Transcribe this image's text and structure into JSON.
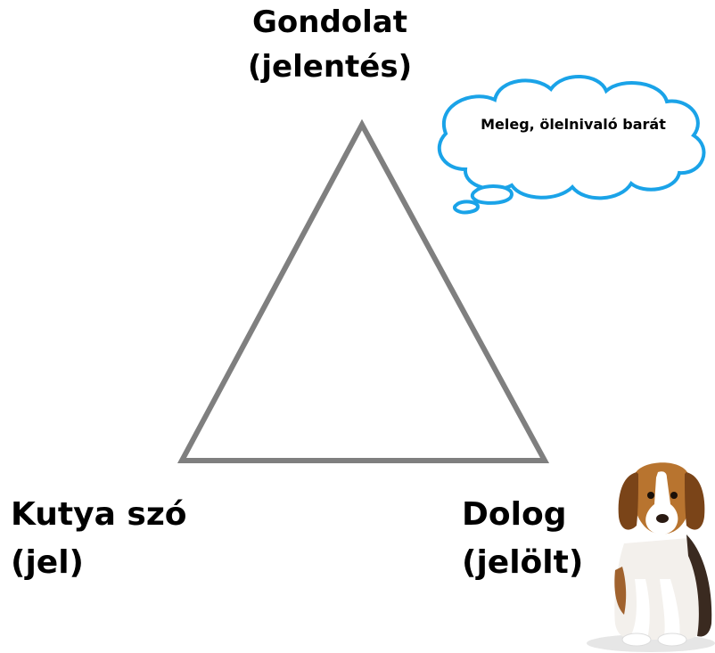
{
  "vertices": {
    "top": {
      "line1": "Gondolat",
      "line2": "(jelentés)"
    },
    "bottom_left": {
      "line1": "Kutya szó",
      "line2": "(jel)"
    },
    "bottom_right": {
      "line1": "Dolog",
      "line2": "(jelölt)"
    }
  },
  "thought_bubble": {
    "text": "Meleg, ölelnivaló barát"
  },
  "colors": {
    "triangle_stroke": "#7f7f7f",
    "bubble_stroke": "#1aa3e8",
    "text": "#000000"
  },
  "images": {
    "puppy": "beagle-puppy"
  }
}
